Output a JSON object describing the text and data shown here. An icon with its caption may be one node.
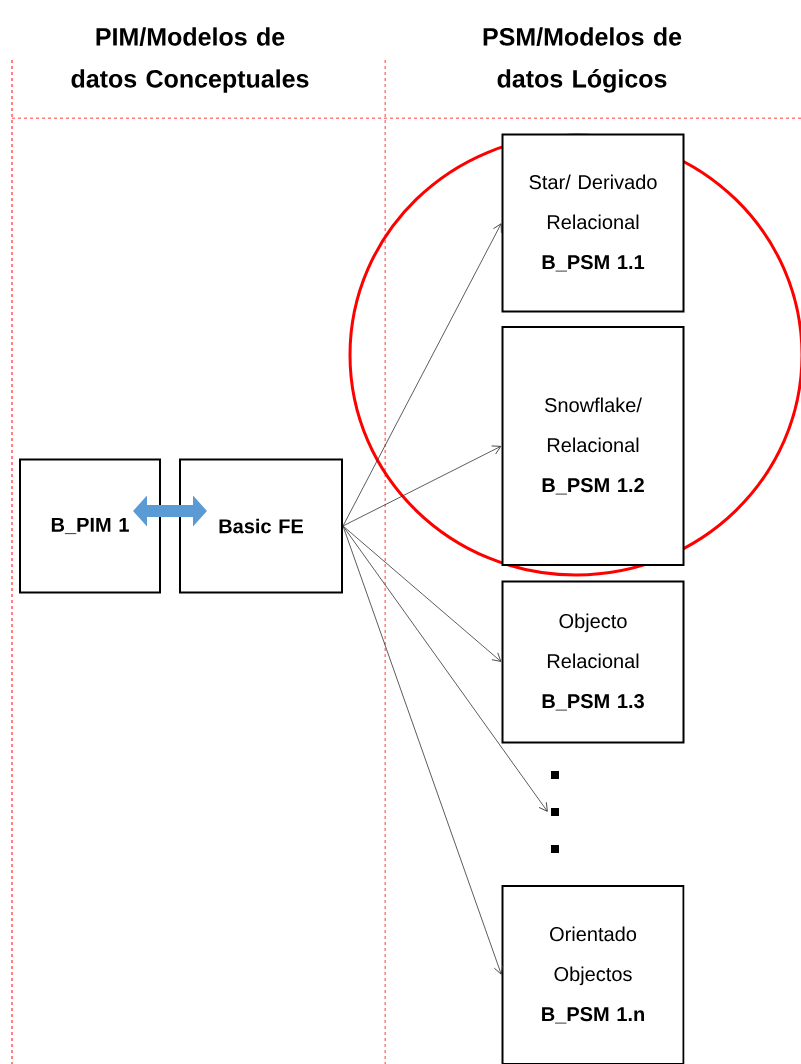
{
  "diagram": {
    "nodes": [
      {
        "text": [
          "B_PIM 1"
        ]
      },
      {
        "text": [
          "Basic FE"
        ]
      },
      {
        "text": [],
        "shape": "circle"
      },
      {
        "text": [
          "Star/ Derivado Relacional",
          "B_PSM 1.1"
        ],
        "in": 2
      },
      {
        "text": [
          "Snowflake/ Relacional",
          "B_PSM 1.2"
        ],
        "in": 2
      },
      {
        "text": [
          "Objecto Relacional",
          "B_PSM 1.3"
        ]
      },
      {
        "text": [],
        "shape": "dots"
      },
      {
        "text": [
          "Orientado Objectos",
          "B_PSM 1.n"
        ]
      }
    ],
    "edges": [
      {
        "from": 0,
        "to": 1,
        "arrow": "both",
        "style": "thick",
        "color": "#5b9bd5"
      },
      {
        "from": 1,
        "to": 3,
        "arrow": "to"
      },
      {
        "from": 1,
        "to": 4,
        "arrow": "to"
      },
      {
        "from": 1,
        "to": 5,
        "arrow": "to"
      },
      {
        "from": 1,
        "to": 6,
        "arrow": "to"
      },
      {
        "from": 1,
        "to": 7,
        "arrow": "to"
      }
    ],
    "labels": [
      "PIM/Modelos de datos Conceptuales",
      "PSM/Modelos de datos Lógicos"
    ]
  }
}
